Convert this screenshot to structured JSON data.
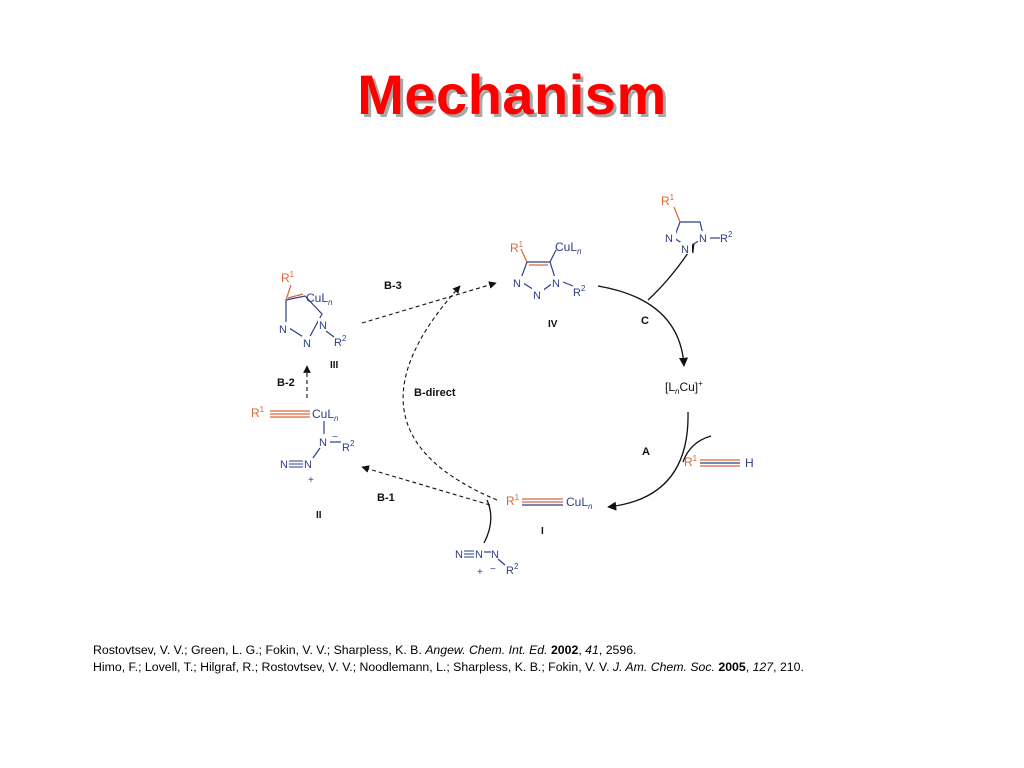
{
  "slide": {
    "title": "Mechanism"
  },
  "diagram": {
    "labels": {
      "b3": "B-3",
      "b2": "B-2",
      "b1": "B-1",
      "bdirect": "B-direct",
      "c": "C",
      "a": "A",
      "iv": "IV",
      "iii": "III",
      "ii": "II",
      "i": "I"
    },
    "atoms": {
      "R": "R",
      "sup1": "1",
      "sup2": "2",
      "N": "N",
      "Cu": "Cu",
      "L": "L",
      "n": "n",
      "H": "H",
      "plus": "+",
      "minus": "−",
      "lcu_open": "[L",
      "lcu_mid": "Cu]",
      "lcu_plus": "+"
    }
  },
  "references": [
    {
      "authors": "Rostovtsev, V. V.; Green, L. G.; Fokin, V. V.; Sharpless, K. B. ",
      "journal": "Angew. Chem. Int. Ed.",
      "year": "2002",
      "volume": "41",
      "page": "2596."
    },
    {
      "authors": "Himo, F.; Lovell, T.; Hilgraf, R.; Rostovtsev, V. V.; Noodlemann, L.; Sharpless, K. B.; Fokin, V. V. ",
      "journal": "J. Am. Chem. Soc.",
      "year": "2005",
      "volume": "127",
      "page": "210."
    }
  ]
}
